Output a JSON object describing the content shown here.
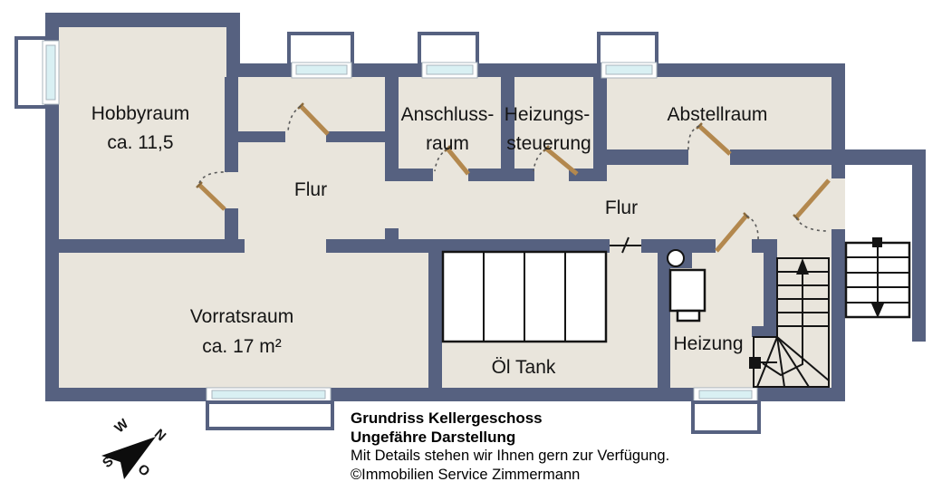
{
  "footer": {
    "line1": "Grundriss Kellergeschoss",
    "line2": "Ungefähre Darstellung",
    "line3": "Mit Details stehen wir Ihnen gern zur Verfügung.",
    "line4": "©Immobilien Service Zimmermann"
  },
  "compass": {
    "north": "N",
    "east": "O",
    "south": "S",
    "west": "W"
  },
  "rooms": {
    "hobbyraum": {
      "name": "Hobbyraum",
      "area": "ca. 11,5"
    },
    "flur_left": {
      "name": "Flur"
    },
    "anschlussraum": {
      "name_line1": "Anschluss-",
      "name_line2": "raum"
    },
    "heizungssteuerung": {
      "name_line1": "Heizungs-",
      "name_line2": "steuerung"
    },
    "abstellraum": {
      "name": "Abstellraum"
    },
    "flur_right": {
      "name": "Flur"
    },
    "vorratsraum": {
      "name": "Vorratsraum",
      "area": "ca. 17 m²"
    },
    "oel_tank": {
      "name": "Öl Tank"
    },
    "heizung": {
      "name": "Heizung"
    }
  },
  "colors": {
    "wall": "#566180",
    "floor": "#e9e5dc",
    "window_glass": "#d9f0f3",
    "door": "#b3884e",
    "linework": "#141414"
  }
}
